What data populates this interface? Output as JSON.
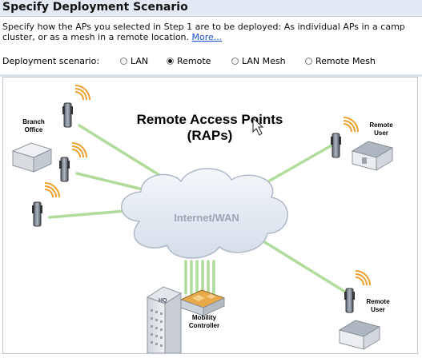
{
  "header": {
    "title": "Specify Deployment Scenario"
  },
  "description": {
    "line1": "Specify how the APs you selected in Step 1 are to be deployed: As individual APs in a camp",
    "line2": "cluster, or as a mesh in a remote location. ",
    "more_link": "More..."
  },
  "scenario": {
    "label": "Deployment scenario:",
    "options": [
      {
        "label": "LAN",
        "selected": false
      },
      {
        "label": "Remote",
        "selected": true
      },
      {
        "label": "LAN Mesh",
        "selected": false
      },
      {
        "label": "Remote Mesh",
        "selected": false
      }
    ]
  },
  "diagram": {
    "title_line1": "Remote Access Points",
    "title_line2": "(RAPs)",
    "cloud_label": "Internet/WAN",
    "branch_label_line1": "Branch",
    "branch_label_line2": "Office",
    "remote_user_line1": "Remote",
    "remote_user_line2": "User",
    "controller_line1": "Mobility",
    "controller_line2": "Controller",
    "hq_label": "HQ"
  },
  "colors": {
    "header_bg": "#e4eaf3",
    "link": "#1a4fd1",
    "wan_link": "#a8d890",
    "cloud": "#e6ecf3"
  }
}
